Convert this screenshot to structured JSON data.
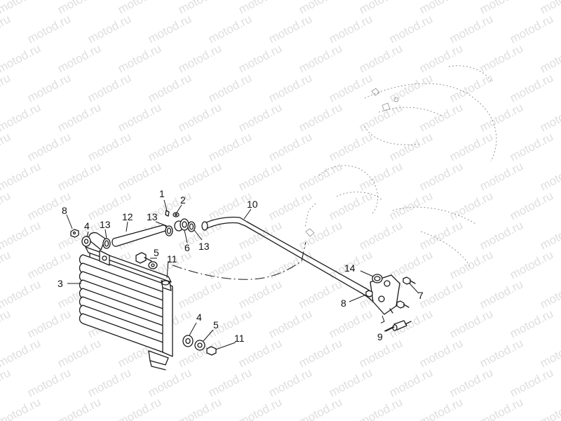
{
  "watermark": "motod.ru",
  "callouts": {
    "c1": "1",
    "c2": "2",
    "c3": "3",
    "c4a": "4",
    "c4b": "4",
    "c5a": "5",
    "c5b": "5",
    "c6": "6",
    "c7": "7",
    "c8a": "8",
    "c8b": "8",
    "c9": "9",
    "c10": "10",
    "c11a": "11",
    "c11b": "11",
    "c12": "12",
    "c13a": "13",
    "c13b": "13",
    "c13c": "13",
    "c14": "14"
  }
}
